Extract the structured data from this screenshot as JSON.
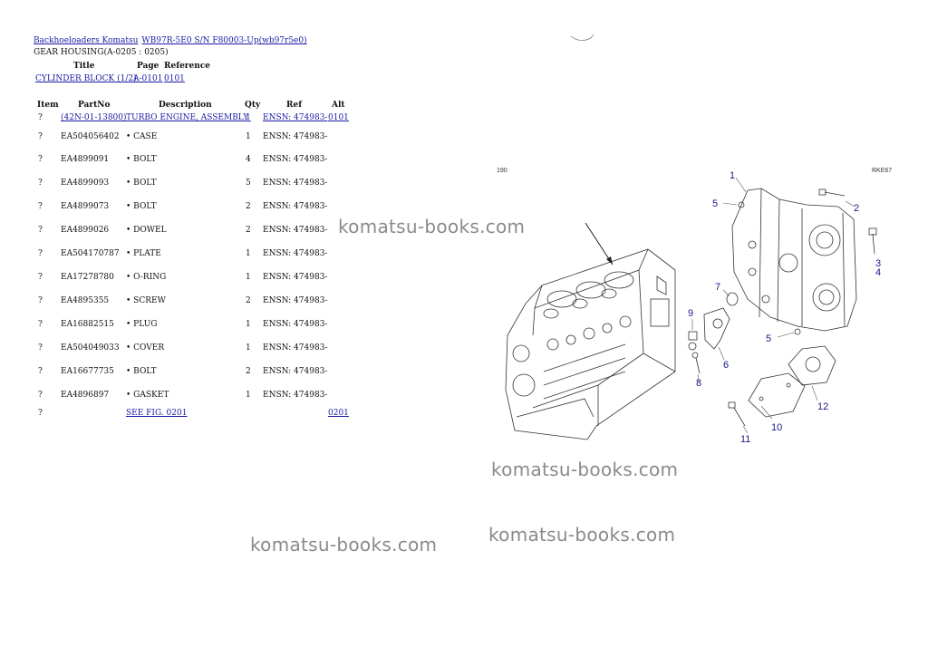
{
  "breadcrumb": [
    "Backhoeloaders Komatsu",
    "WB97R-5E0 S/N F80003-Up(wb97r5e0)"
  ],
  "subtitle": "GEAR HOUSING(A-0205 : 0205)",
  "reference": {
    "headers": {
      "title": "Title",
      "page": "Page",
      "reference": "Reference"
    },
    "row": {
      "title": "CYLINDER BLOCK (1/2)",
      "page": "A-0101",
      "reference": "0101"
    }
  },
  "parts": {
    "headers": {
      "item": "Item",
      "partno": "PartNo",
      "description": "Description",
      "qty": "Qty",
      "ref": "Ref",
      "alt": "Alt"
    },
    "rows": [
      {
        "item": "?",
        "partno": "(42N-01-13800)",
        "description": "TURBO ENGINE, ASSEMBLY",
        "qty": "1",
        "ref": "ENSN: 474983-",
        "alt": "0101"
      },
      {
        "item": "?",
        "partno": "EA504056402",
        "description": "• CASE",
        "qty": "1",
        "ref": "ENSN: 474983-",
        "alt": ""
      },
      {
        "item": "?",
        "partno": "EA4899091",
        "description": "• BOLT",
        "qty": "4",
        "ref": "ENSN: 474983-",
        "alt": ""
      },
      {
        "item": "?",
        "partno": "EA4899093",
        "description": "• BOLT",
        "qty": "5",
        "ref": "ENSN: 474983-",
        "alt": ""
      },
      {
        "item": "?",
        "partno": "EA4899073",
        "description": "• BOLT",
        "qty": "2",
        "ref": "ENSN: 474983-",
        "alt": ""
      },
      {
        "item": "?",
        "partno": "EA4899026",
        "description": "• DOWEL",
        "qty": "2",
        "ref": "ENSN: 474983-",
        "alt": ""
      },
      {
        "item": "?",
        "partno": "EA504170787",
        "description": "• PLATE",
        "qty": "1",
        "ref": "ENSN: 474983-",
        "alt": ""
      },
      {
        "item": "?",
        "partno": "EA17278780",
        "description": "• O-RING",
        "qty": "1",
        "ref": "ENSN: 474983-",
        "alt": ""
      },
      {
        "item": "?",
        "partno": "EA4895355",
        "description": "• SCREW",
        "qty": "2",
        "ref": "ENSN: 474983-",
        "alt": ""
      },
      {
        "item": "?",
        "partno": "EA16882515",
        "description": "• PLUG",
        "qty": "1",
        "ref": "ENSN: 474983-",
        "alt": ""
      },
      {
        "item": "?",
        "partno": "EA504049033",
        "description": "• COVER",
        "qty": "1",
        "ref": "ENSN: 474983-",
        "alt": ""
      },
      {
        "item": "?",
        "partno": "EA16677735",
        "description": "• BOLT",
        "qty": "2",
        "ref": "ENSN: 474983-",
        "alt": ""
      },
      {
        "item": "?",
        "partno": "EA4896897",
        "description": "• GASKET",
        "qty": "1",
        "ref": "ENSN: 474983-",
        "alt": ""
      },
      {
        "item": "?",
        "partno": "",
        "description": "SEE FIG. 0201",
        "qty": "",
        "ref": "",
        "alt": "0201"
      }
    ]
  },
  "watermark": "komatsu-books.com",
  "diagram": {
    "code_left": "190",
    "code_right": "RKE67",
    "callouts": [
      "1",
      "2",
      "3",
      "4",
      "5",
      "5",
      "6",
      "7",
      "8",
      "9",
      "10",
      "11",
      "12"
    ]
  },
  "colors": {
    "link": "#1a1aa6",
    "watermark": "#8a8a8a",
    "callout": "#1a1a8a"
  }
}
